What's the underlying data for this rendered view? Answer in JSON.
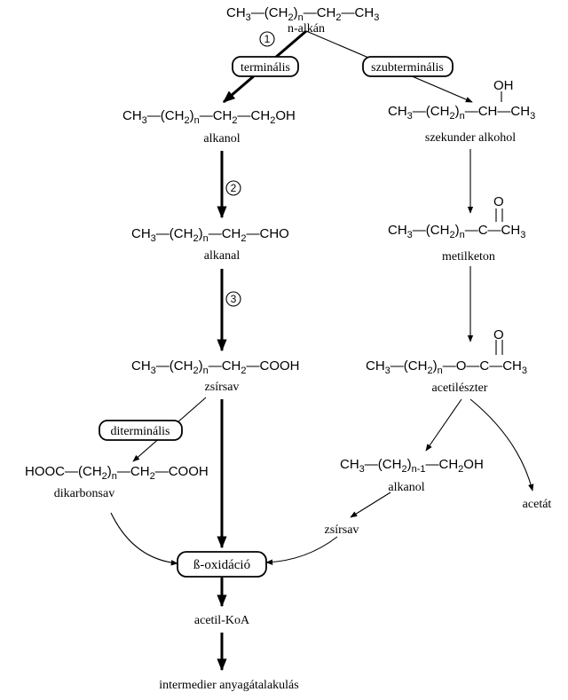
{
  "formulas": {
    "n_alkan": [
      "CH",
      "3",
      "—(CH",
      "2",
      ")",
      "n",
      "—CH",
      "2",
      "—CH",
      "3"
    ],
    "alkanol": [
      "CH",
      "3",
      "—(CH",
      "2",
      ")",
      "n",
      "—CH",
      "2",
      "—CH",
      "2",
      "OH"
    ],
    "alkanal": [
      "CH",
      "3",
      "—(CH",
      "2",
      ")",
      "n",
      "—CH",
      "2",
      "—CHO"
    ],
    "zsirsav": [
      "CH",
      "3",
      "—(CH",
      "2",
      ")",
      "n",
      "—CH",
      "2",
      "—COOH"
    ],
    "szekunder_alkohol": [
      "CH",
      "3",
      "—(CH",
      "2",
      ")",
      "n",
      "—CH—CH",
      "3"
    ],
    "szekunder_alkohol_oh": "OH",
    "metilketon": [
      "CH",
      "3",
      "—(CH",
      "2",
      ")",
      "n",
      "—C—CH",
      "3"
    ],
    "metilketon_o": "O",
    "acetileszter": [
      "CH",
      "3",
      "—(CH",
      "2",
      ")",
      "n",
      "—O—C—CH",
      "3"
    ],
    "acetileszter_o": "O",
    "dikarbonsav": [
      "HOOC—(CH",
      "2",
      ")",
      "n",
      "—CH",
      "2",
      "—COOH"
    ],
    "alkanol2": [
      "CH",
      "3",
      "—(CH",
      "2",
      ")",
      "n-1",
      "—CH",
      "2",
      "OH"
    ]
  },
  "labels": {
    "n_alkan": "n-alkán",
    "alkanol": "alkanol",
    "alkanal": "alkanal",
    "zsirsav": "zsírsav",
    "szekunder_alkohol": "szekunder alkohol",
    "metilketon": "metilketon",
    "acetileszter": "acetilészter",
    "dikarbonsav": "dikarbonsav",
    "alkanol2": "alkanol",
    "acetat": "acetát",
    "zsirsav2": "zsírsav",
    "acetil_koa": "acetil-KoA",
    "intermedier": "intermedier anyagátalakulás"
  },
  "boxes": {
    "terminalis": "terminális",
    "szubterminalis": "szubterminális",
    "diterminalis": "diterminális",
    "beta_oxidacio": "ß-oxidáció"
  },
  "steps": [
    "1",
    "2",
    "3"
  ]
}
